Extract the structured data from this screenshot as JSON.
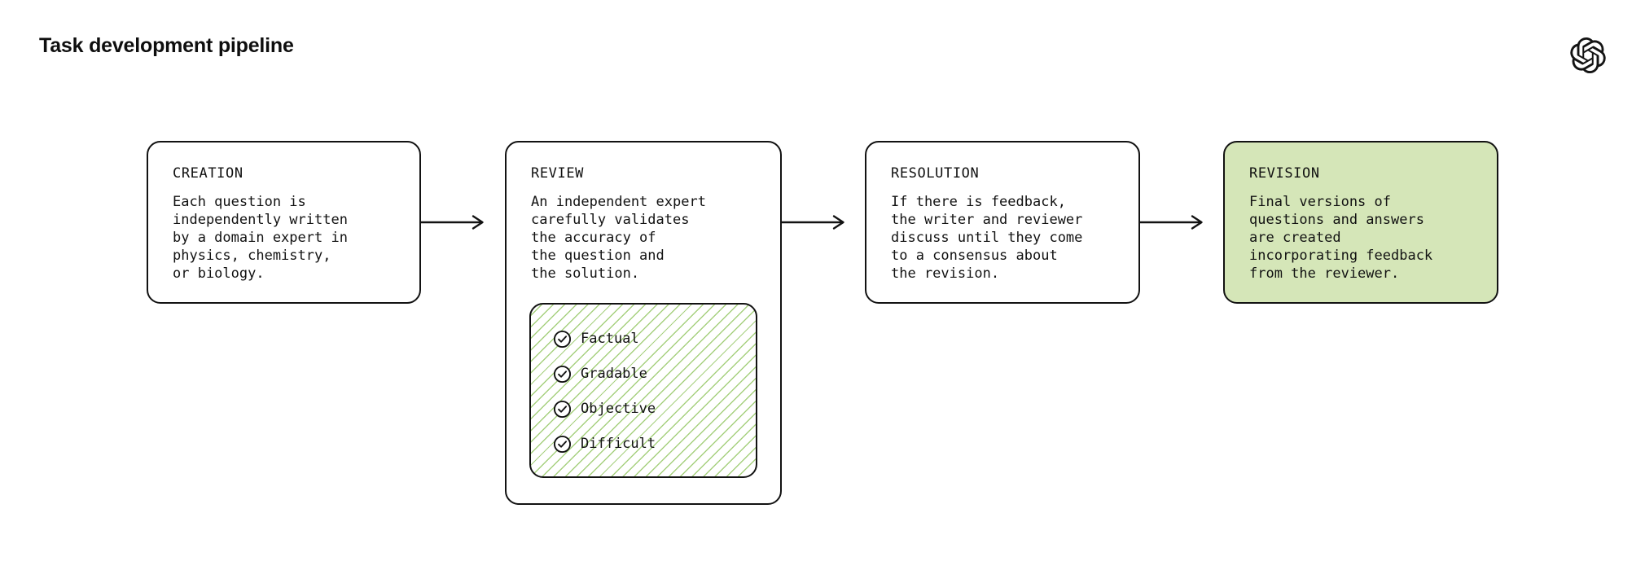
{
  "page": {
    "title": "Task development pipeline"
  },
  "colors": {
    "highlight_fill": "#d5e6b8",
    "hatch_line": "#a6d07e",
    "border": "#121212",
    "background": "#ffffff"
  },
  "logo": {
    "name": "openai-logo"
  },
  "pipeline": {
    "stages": [
      {
        "heading": "CREATION",
        "body": "Each question is\nindependently written\nby a domain expert in\nphysics, chemistry,\nor biology."
      },
      {
        "heading": "REVIEW",
        "body": "An independent expert\ncarefully validates\nthe accuracy of\nthe question and\nthe solution.",
        "checklist": [
          "Factual",
          "Gradable",
          "Objective",
          "Difficult"
        ]
      },
      {
        "heading": "RESOLUTION",
        "body": "If there is feedback,\nthe writer and reviewer\ndiscuss until they come\nto a consensus about\nthe revision."
      },
      {
        "heading": "REVISION",
        "body": "Final versions of\nquestions and answers\nare created\nincorporating feedback\nfrom the reviewer.",
        "highlighted": true
      }
    ]
  }
}
